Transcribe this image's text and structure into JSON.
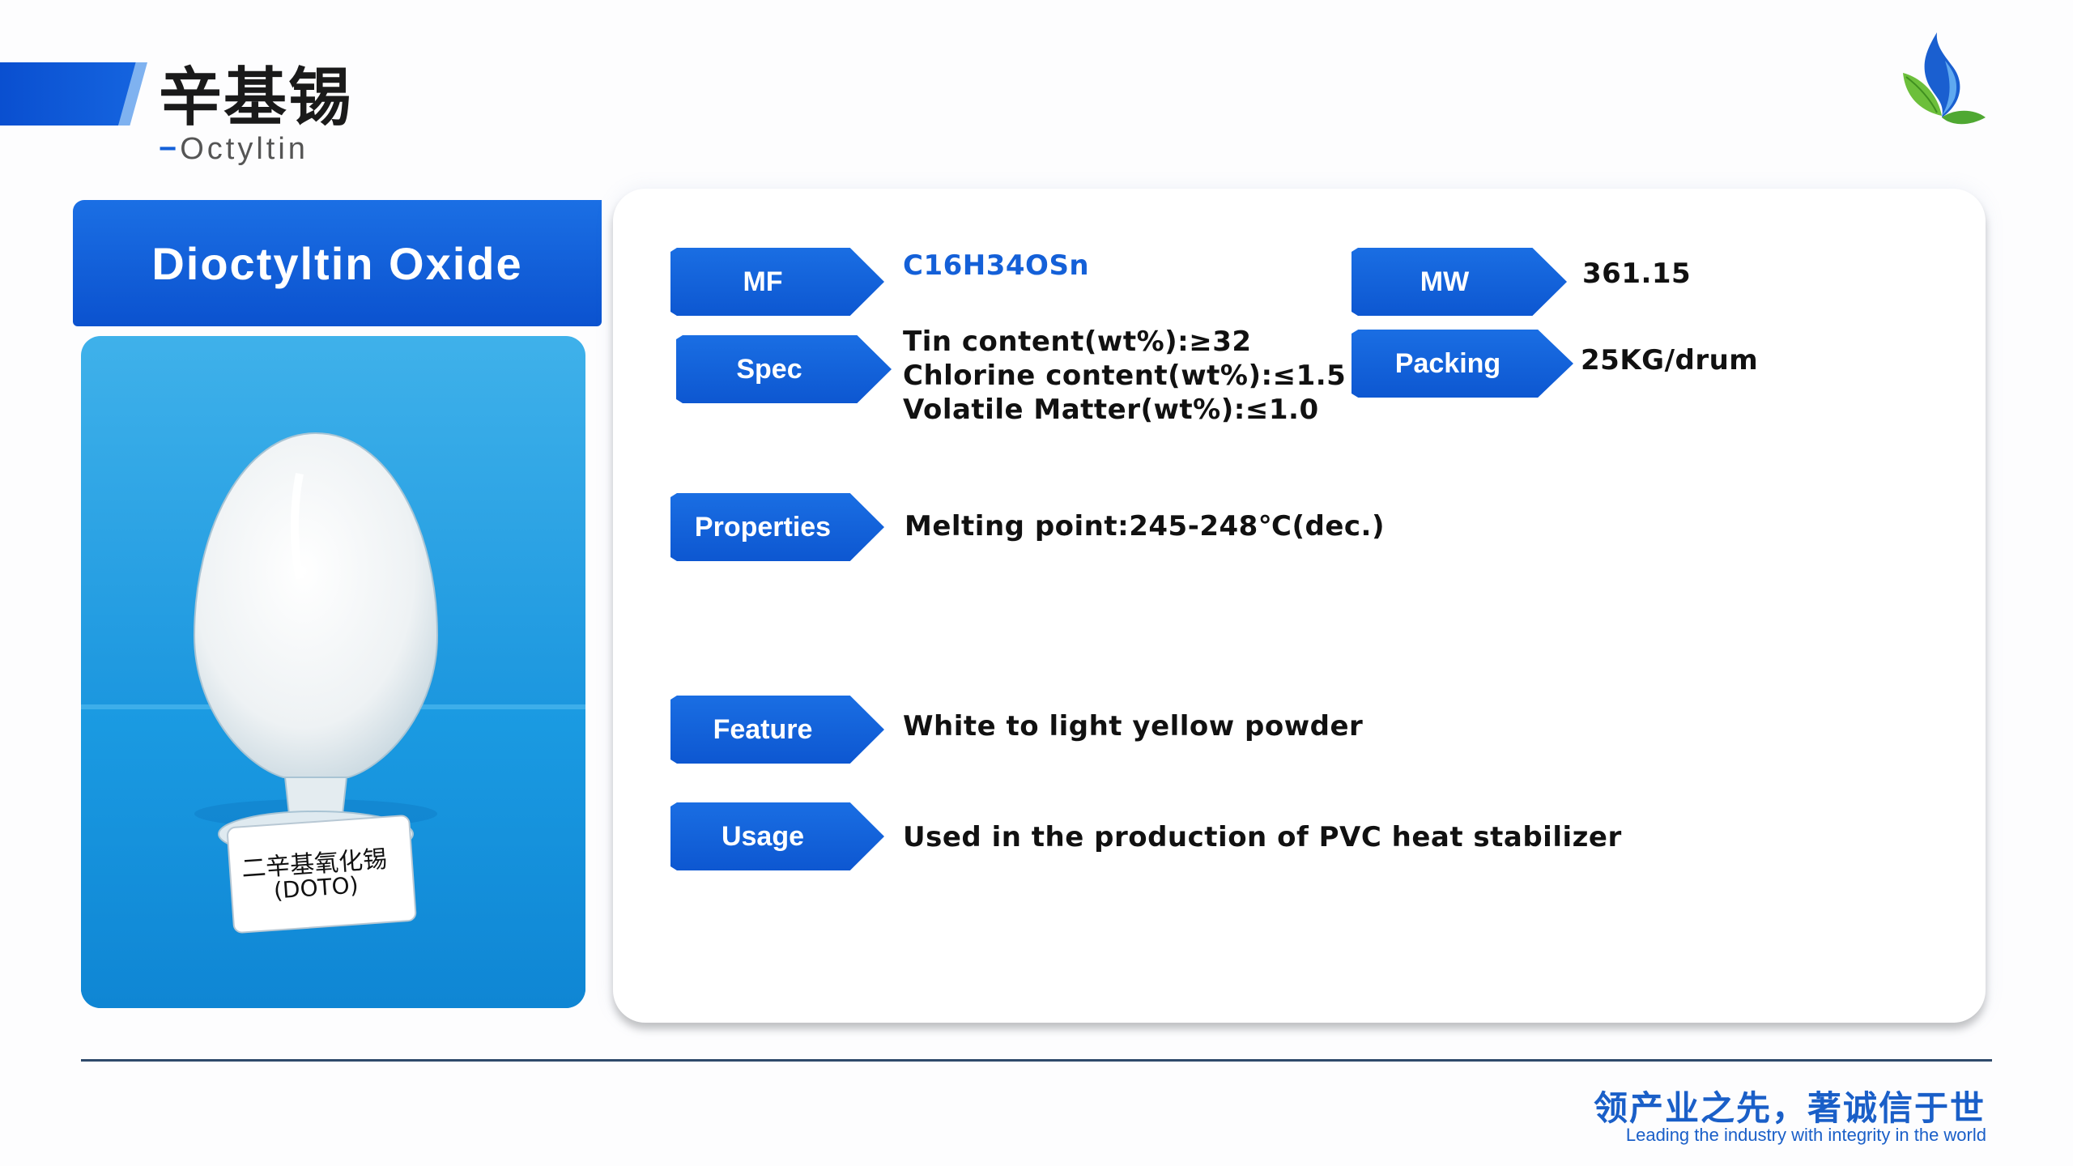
{
  "header": {
    "title_cn": "辛基锡",
    "subtitle_dash": "−",
    "subtitle_en": "Octyltin"
  },
  "logo": {
    "icon": "leaf-water-drop-logo-icon"
  },
  "product": {
    "name": "Dioctyltin Oxide",
    "photo_label_cn": "二辛基氧化锡",
    "photo_label_en": "(DOTO)"
  },
  "specs": {
    "mf": {
      "label": "MF",
      "value": "C16H34OSn"
    },
    "mw": {
      "label": "MW",
      "value": "361.15"
    },
    "spec": {
      "label": "Spec",
      "lines": [
        "Tin content(wt%):≥32",
        "Chlorine content(wt%):≤1.5",
        "Volatile Matter(wt%):≤1.0"
      ]
    },
    "packing": {
      "label": "Packing",
      "value": "25KG/drum"
    },
    "properties": {
      "label": "Properties",
      "value": "Melting point:245-248℃(dec.)"
    },
    "feature": {
      "label": "Feature",
      "value": "White to light yellow powder"
    },
    "usage": {
      "label": "Usage",
      "value": "Used in the production of PVC heat stabilizer"
    }
  },
  "footer": {
    "slogan_cn": "领产业之先，著诚信于世",
    "slogan_en": "Leading the industry with integrity in the world"
  },
  "colors": {
    "brand_blue": "#0d57d1",
    "accent_blue": "#1460d8",
    "photo_blue": "#1c97df"
  }
}
